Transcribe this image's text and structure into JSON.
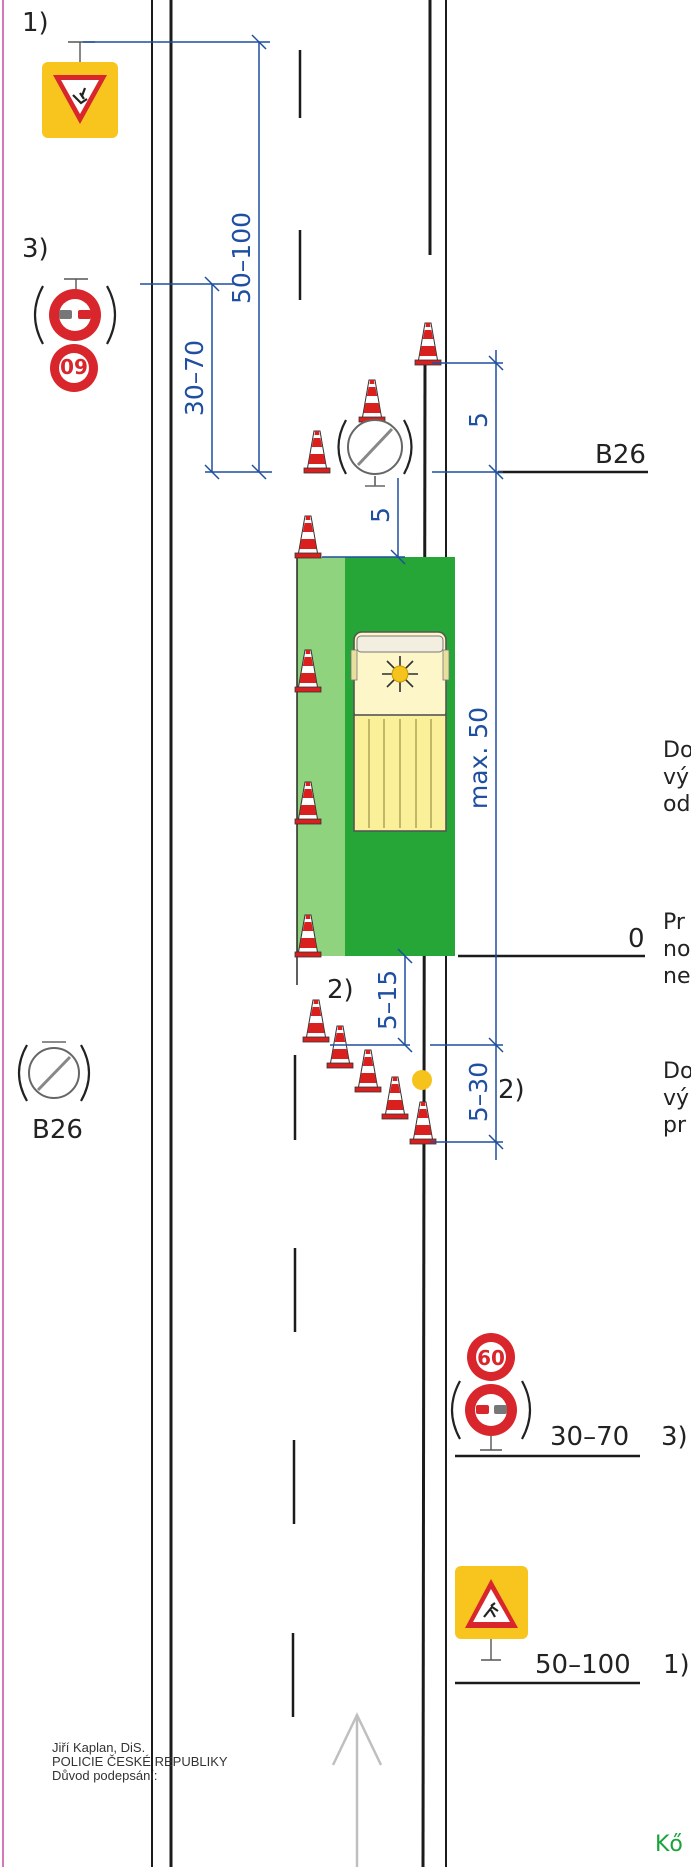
{
  "notes": {
    "n1": "1)",
    "n3": "3)",
    "n2a": "2)",
    "n2b": "2)",
    "n3b": "3)",
    "n1b": "1)"
  },
  "dimensions": {
    "d_50_100_top": "50–100",
    "d_30_70_top": "30–70",
    "d_5_upper_right": "5",
    "d_5_lower_left": "5",
    "d_max50": "max. 50",
    "d_5_15": "5–15",
    "d_5_30": "5–30",
    "d_30_70_bottom": "30–70",
    "d_50_100_bottom": "50–100"
  },
  "labels": {
    "b26_right": "B26",
    "b26_left": "B26",
    "zero": "0",
    "speed_limit": "60"
  },
  "cropped_text": {
    "block1": [
      "Do",
      "vý",
      "od"
    ],
    "block2": [
      "Pr",
      "no",
      "ne"
    ],
    "block3": [
      "Do",
      "vý",
      "pr"
    ],
    "bottom_right": "Kő"
  },
  "signature": {
    "line1": "Jiří Kaplan, DiS.",
    "line2": "POLICIE ČESKÉ REPUBLIKY",
    "line3": "Důvod podepsání:"
  },
  "colors": {
    "dimension_line": "#1f4fa0",
    "work_zone_dark": "#26a637",
    "work_zone_light": "#8fd37e",
    "cone_red": "#d9201f",
    "sign_yellow": "#f7c51e",
    "sign_red": "#d8262c",
    "road_line": "#1b1b1b"
  }
}
